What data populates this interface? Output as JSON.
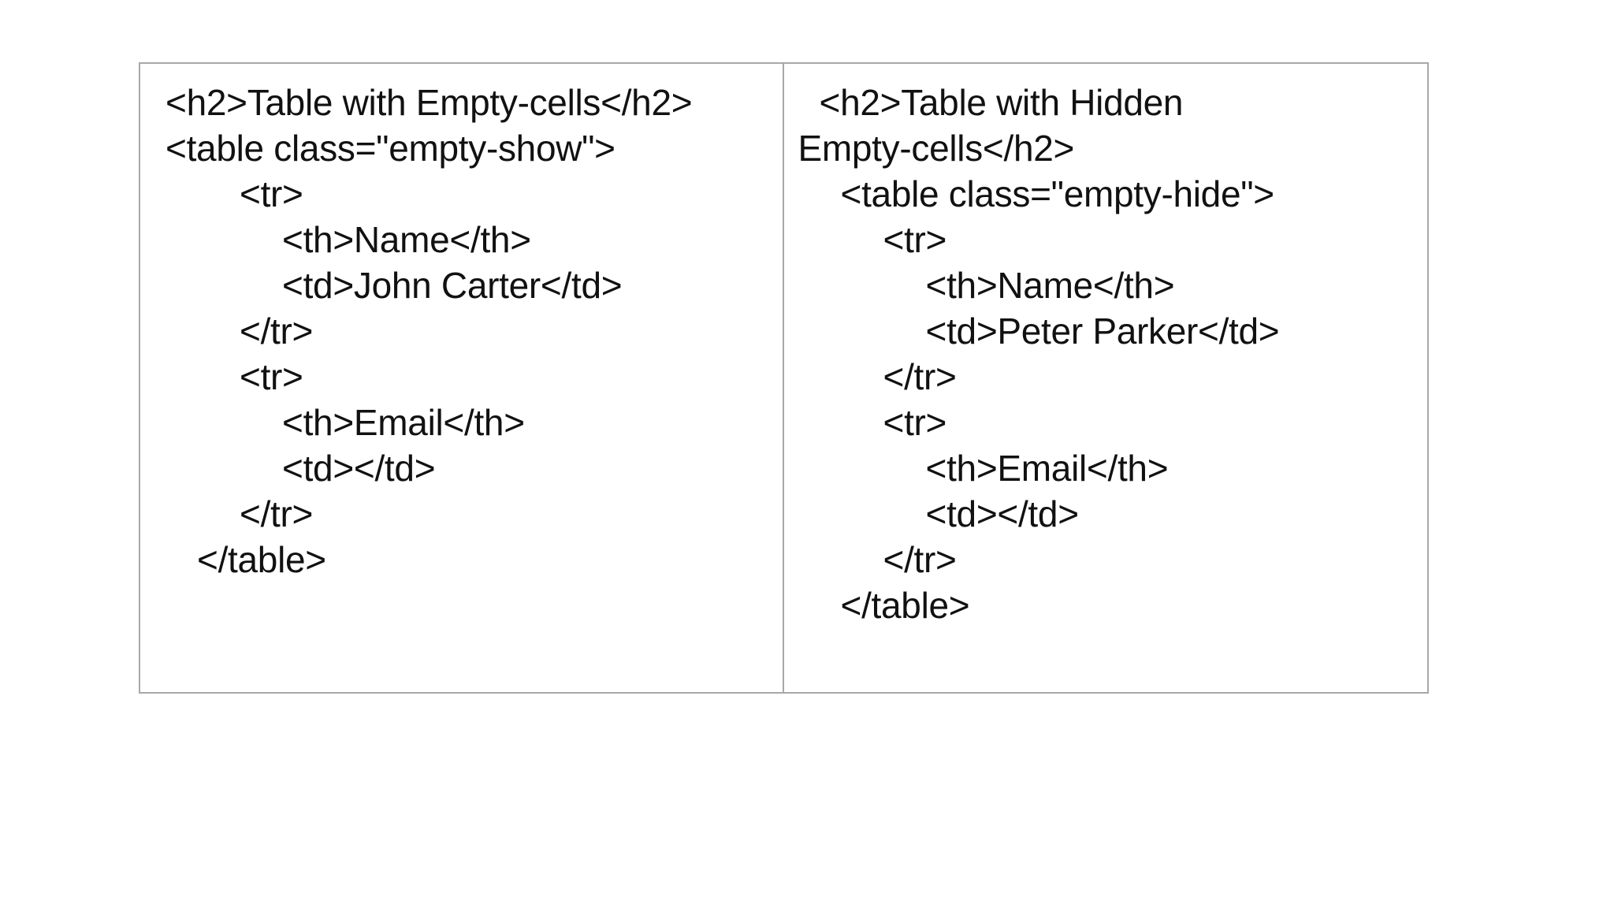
{
  "left_cell": {
    "lines": [
      "<h2>Table with Empty-cells</h2>",
      "<table class=\"empty-show\">",
      "<tr>",
      "<th>Name</th>",
      "<td>John Carter</td>",
      "</tr>",
      "<tr>",
      "<th>Email</th>",
      "<td></td>",
      "</tr>",
      "</table>"
    ]
  },
  "right_cell": {
    "lines": [
      "<h2>Table with Hidden",
      "Empty-cells</h2>",
      "<table class=\"empty-hide\">",
      "<tr>",
      "<th>Name</th>",
      "<td>Peter Parker</td>",
      "</tr>",
      "<tr>",
      "<th>Email</th>",
      "<td></td>",
      "</tr>",
      "</table>"
    ]
  }
}
